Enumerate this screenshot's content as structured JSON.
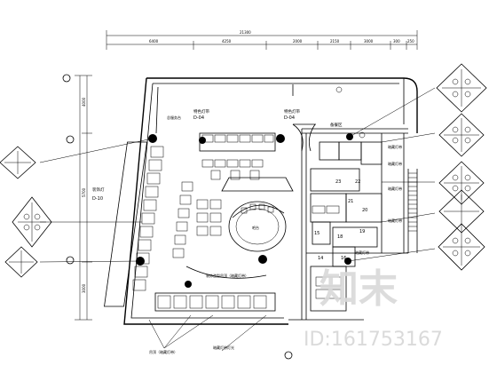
{
  "drawing": {
    "dimensions": {
      "overall": "21300",
      "segments": [
        "6400",
        "4250",
        "2000",
        "2150",
        "3000",
        "300",
        "250"
      ],
      "left_top": "4000",
      "left_mid": "5700",
      "left_bottom": "3000"
    },
    "labels": {
      "seat_d04_a": "特色灯带",
      "seat_d04_a_code": "D-04",
      "seat_d04_b": "特色灯带",
      "seat_d04_b_code": "D-04",
      "left_wall": "装饰灯",
      "left_wall_code": "D-10",
      "entry": "总服务台",
      "kitchen": "备餐区",
      "bar_label": "吧台",
      "bottom_left": "吊顶（暗藏灯带）",
      "bottom_center": "暗藏灯带灯光",
      "center_bottom_note": "装饰造型吊顶（暗藏灯带）",
      "right_note_1": "暗藏灯带",
      "right_note_2": "暗藏灯带",
      "right_note_3": "暗藏灯带",
      "right_note_4": "暗藏灯带",
      "right_low": "暗藏灯带",
      "room_23": "23",
      "room_22": "22",
      "room_21": "21",
      "room_20": "20",
      "room_19": "19",
      "room_18": "18",
      "room_15": "15",
      "room_14": "14",
      "room_16": "16"
    },
    "watermark": {
      "text": "知末",
      "id": "ID:161753167"
    }
  }
}
